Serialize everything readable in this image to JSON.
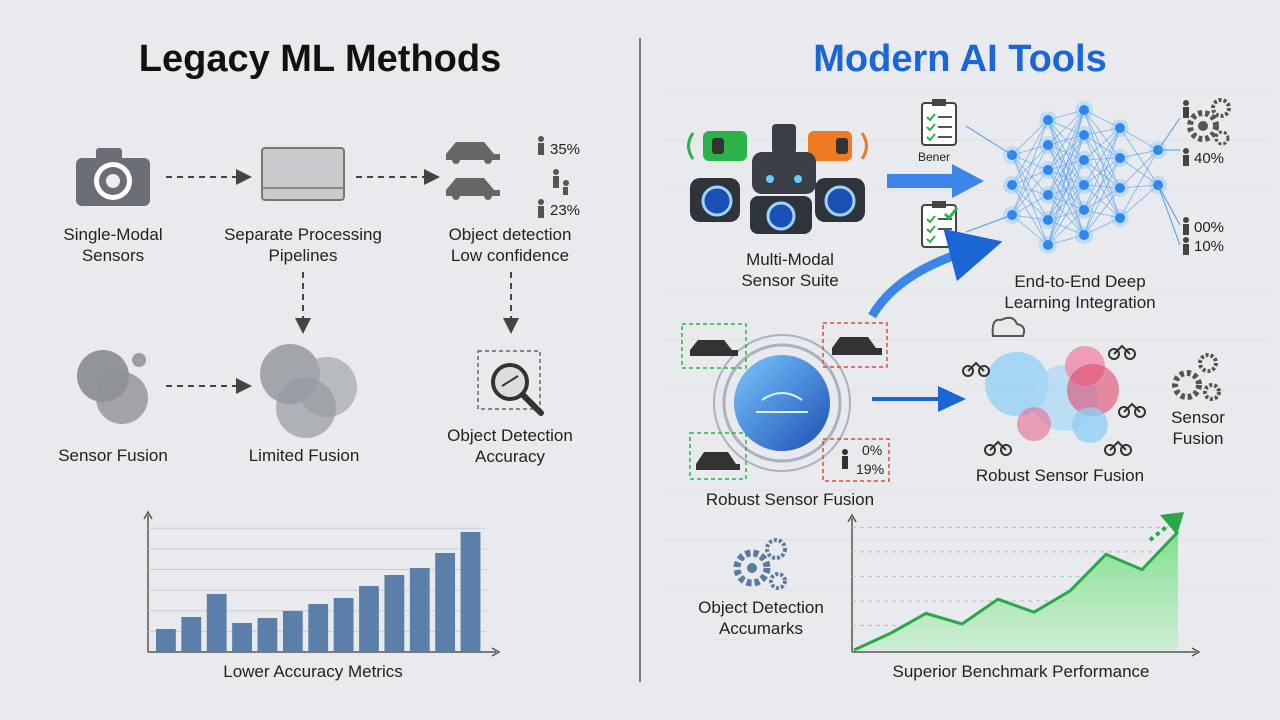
{
  "left": {
    "title": "Legacy ML Methods",
    "labels": {
      "single_modal": "Single-Modal\nSensors",
      "separate": "Separate Processing\nPipelines",
      "obj_det_low": "Object detection\nLow confidence",
      "sensor_fusion": "Sensor Fusion",
      "limited_fusion": "Limited Fusion",
      "obj_det_acc": "Object Detection\nAccuracy"
    },
    "stats": [
      "35%",
      "23%"
    ]
  },
  "right": {
    "title": "Modern AI Tools",
    "labels": {
      "multi_modal": "Multi-Modal\nSensor Suite",
      "end_to_end": "End-to-End Deep\nLearning Integration",
      "better": "Bener",
      "robust1": "Robust Sensor Fusion",
      "robust2": "Robust Sensor Fusion",
      "sensor_fusion": "Sensor\nFusion",
      "obj_det": "Object Detection\nAccumarks"
    },
    "stats_nn": [
      "40%",
      "00%",
      "10%"
    ],
    "stats_globe": [
      "0%",
      "19%"
    ]
  },
  "chart_data": [
    {
      "type": "bar",
      "xlabel": "Lower Accuracy Metrics",
      "values": [
        2.3,
        3.5,
        5.8,
        2.9,
        3.4,
        4.1,
        4.8,
        5.4,
        6.6,
        7.7,
        8.4,
        9.9,
        12.0
      ],
      "ylim": [
        0,
        13
      ],
      "color": "#5b7fa8",
      "grid": true
    },
    {
      "type": "area",
      "xlabel": "Superior Benchmark Performance",
      "values": [
        0,
        1.4,
        3.1,
        2.2,
        4.3,
        3.2,
        5.0,
        8.1,
        6.8,
        10.0
      ],
      "ylim": [
        0,
        11
      ],
      "color": "#2aa748",
      "grid": true
    }
  ]
}
